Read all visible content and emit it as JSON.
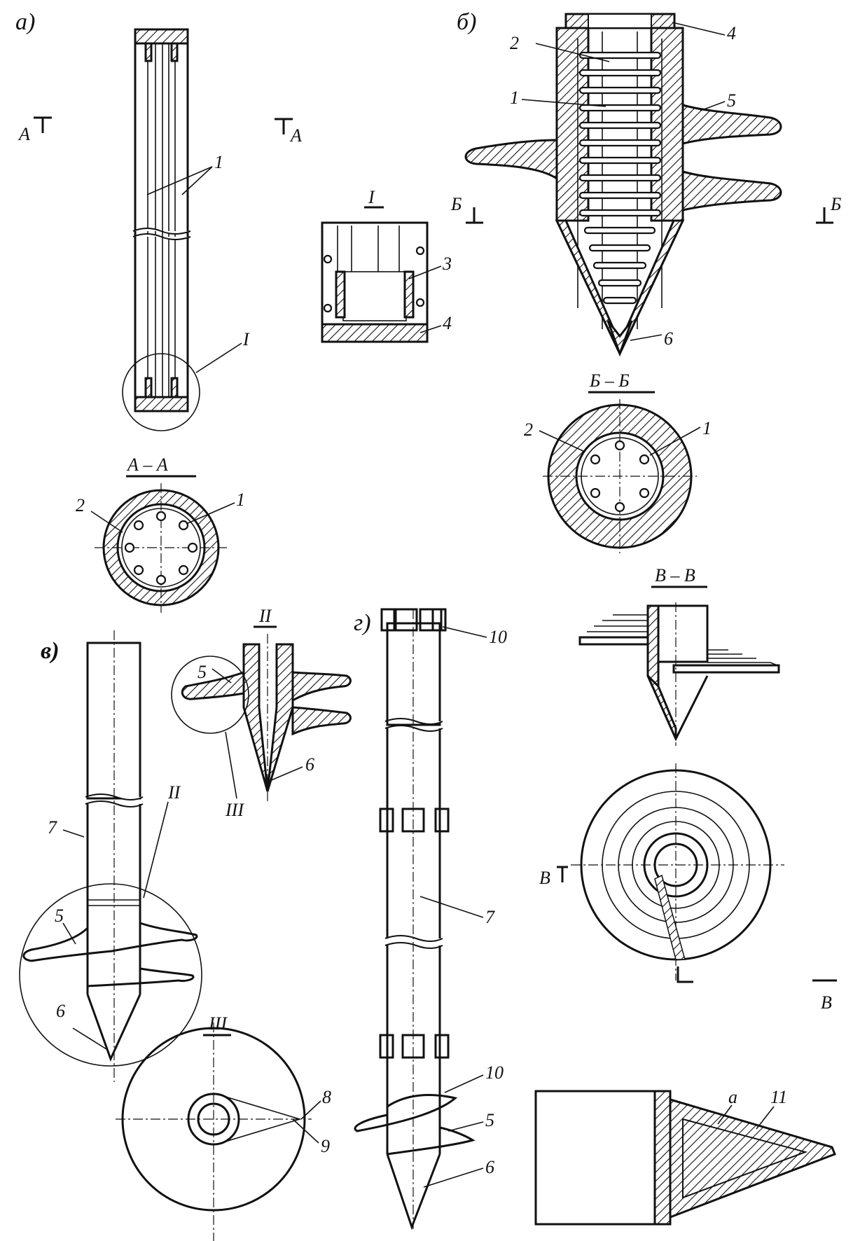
{
  "figure": {
    "panels": {
      "a": "а)",
      "b": "б)",
      "v": "в)",
      "g": "г)"
    },
    "sections": {
      "aa": "А – А",
      "bb": "Б – Б",
      "vv": "В – В",
      "detail1": "I",
      "detail2": "II",
      "detail3": "III"
    },
    "cut_markers": {
      "a_left": "А",
      "a_right": "А",
      "b_left": "Б",
      "b_right": "Б",
      "v": "В",
      "v_right": "В"
    },
    "callouts": {
      "n1": "1",
      "n2": "2",
      "n3": "3",
      "n4": "4",
      "n5": "5",
      "n6": "6",
      "n7": "7",
      "n8": "8",
      "n9": "9",
      "n10": "10",
      "n11": "11",
      "a": "а"
    }
  }
}
